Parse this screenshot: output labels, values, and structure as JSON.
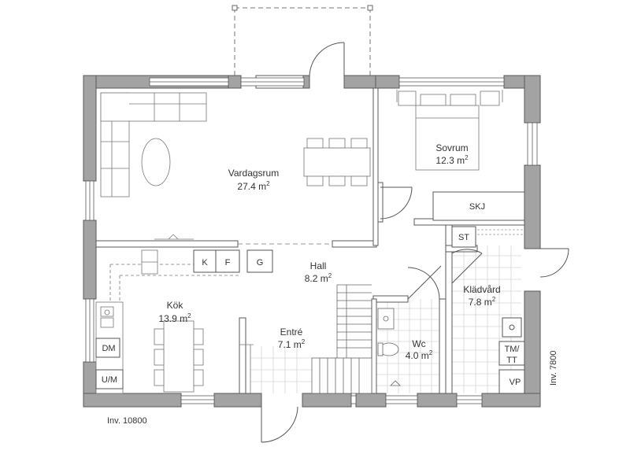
{
  "colors": {
    "wall": "#a3a3a3",
    "line": "#5a5a5a",
    "furniture": "#777777",
    "text": "#333333",
    "tile": "#d4d4d4"
  },
  "rooms": {
    "vardagsrum": {
      "name": "Vardagsrum",
      "area": "27.4",
      "unit": "m",
      "sup": "2"
    },
    "sovrum": {
      "name": "Sovrum",
      "area": "12.3",
      "unit": "m",
      "sup": "2"
    },
    "hall": {
      "name": "Hall",
      "area": "8.2",
      "unit": "m",
      "sup": "2"
    },
    "kladvard": {
      "name": "Klädvård",
      "area": "7.8",
      "unit": "m",
      "sup": "2"
    },
    "kok": {
      "name": "Kök",
      "area": "13.9",
      "unit": "m",
      "sup": "2"
    },
    "entre": {
      "name": "Entré",
      "area": "7.1",
      "unit": "m",
      "sup": "2"
    },
    "wc": {
      "name": "Wc",
      "area": "4.0",
      "unit": "m",
      "sup": "2"
    }
  },
  "labels": {
    "skj": "SKJ",
    "st": "ST",
    "k": "K",
    "f": "F",
    "g": "G",
    "dm": "DM",
    "um": "U/M",
    "tm": "TM/",
    "tt": "TT",
    "vp": "VP"
  },
  "dimensions": {
    "width": "Inv. 10800",
    "depth": "Inv. 7800"
  }
}
